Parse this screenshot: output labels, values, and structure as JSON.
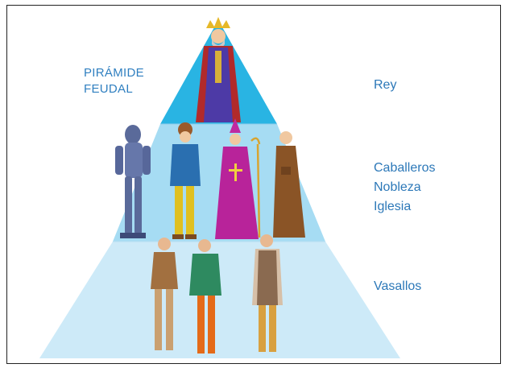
{
  "title": {
    "line1": "PIRÁMIDE",
    "line2": "FEUDAL"
  },
  "levels": {
    "top": {
      "label": "Rey"
    },
    "middle": {
      "labels": [
        "Caballeros",
        "Nobleza",
        "Iglesia"
      ]
    },
    "bottom": {
      "label": "Vasallos"
    }
  },
  "colors": {
    "top_tier": "#29b4e3",
    "middle_tier": "#a6dcf3",
    "bottom_tier": "#cdeaf8",
    "label_text": "#2c78b8"
  },
  "figures": {
    "king": "king-figure",
    "middle": [
      "knight-figure",
      "noble-figure",
      "bishop-figure",
      "monk-figure"
    ],
    "bottom": [
      "peasant-figure-1",
      "peasant-figure-2",
      "peasant-figure-3"
    ]
  }
}
